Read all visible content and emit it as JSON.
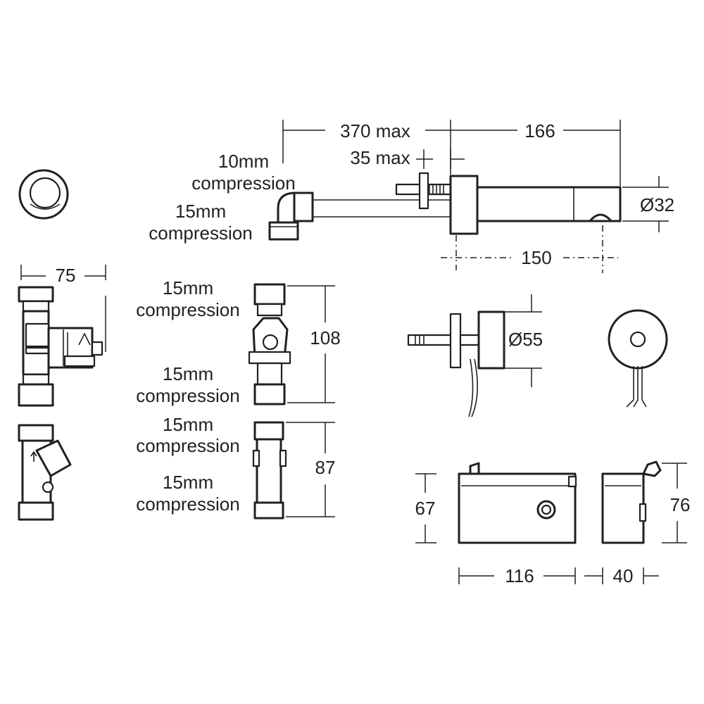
{
  "dimensions": {
    "spout_length_max": "370 max",
    "spout_projection": "166",
    "wall_thickness_max": "35 max",
    "spout_diameter": "Ø32",
    "spout_centres": "150",
    "solenoid_width": "75",
    "valve_height": "108",
    "strainer_height": "87",
    "sensor_diameter": "Ø55",
    "box_height": "67",
    "box_height_with_knob": "76",
    "box_width": "116",
    "box_depth": "40"
  },
  "connections": {
    "spout_inlet_top": [
      "10mm",
      "compression"
    ],
    "spout_inlet_bottom": [
      "15mm",
      "compression"
    ],
    "valve_top": [
      "15mm",
      "compression"
    ],
    "valve_bottom": [
      "15mm",
      "compression"
    ],
    "strainer_top": [
      "15mm",
      "compression"
    ],
    "strainer_bottom": [
      "15mm",
      "compression"
    ]
  }
}
